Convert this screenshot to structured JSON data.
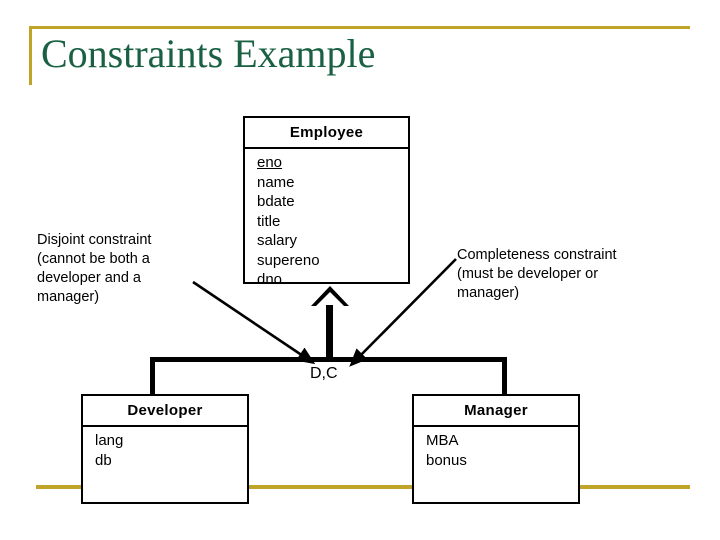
{
  "slide": {
    "title": "Constraints Example",
    "accent_gold": "#bfa428",
    "title_color": "#1a6043",
    "background": "#ffffff"
  },
  "diagram": {
    "type": "uml-generalization",
    "superclass": {
      "name": "Employee",
      "attributes": [
        "eno",
        "name",
        "bdate",
        "title",
        "salary",
        "supereno",
        "dno"
      ],
      "key_attribute": "eno"
    },
    "subclasses": [
      {
        "name": "Developer",
        "attributes": [
          "lang",
          "db"
        ]
      },
      {
        "name": "Manager",
        "attributes": [
          "MBA",
          "bonus"
        ]
      }
    ],
    "constraint_label": "D,C"
  },
  "annotations": {
    "disjoint": "Disjoint constraint\n(cannot be both a\ndeveloper and a\nmanager)",
    "completeness": "Completeness constraint\n(must be developer or\nmanager)"
  }
}
